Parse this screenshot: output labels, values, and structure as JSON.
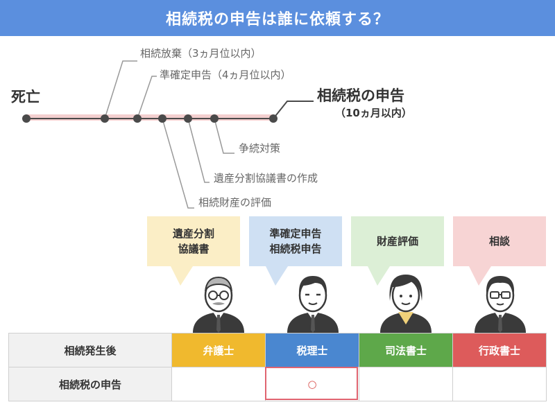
{
  "header": {
    "title": "相続税の申告は誰に依頼する？"
  },
  "timeline": {
    "start_label": "死亡",
    "final_title": "相続税の申告",
    "final_sub": "（10ヵ月以内）",
    "upper_labels": [
      "相続放棄（3ヵ月位以内）",
      "準確定申告（4ヵ月位以内）"
    ],
    "lower_labels": [
      "争続対策",
      "遺産分割協議書の作成",
      "相続財産の評価"
    ]
  },
  "bubbles": [
    {
      "lines": [
        "遺産分割",
        "協議書"
      ],
      "color": "#fbeec6"
    },
    {
      "lines": [
        "準確定申告",
        "相続税申告"
      ],
      "color": "#cfe0f3"
    },
    {
      "lines": [
        "財産評価"
      ],
      "color": "#dcefd6"
    },
    {
      "lines": [
        "相談"
      ],
      "color": "#f7d4d4"
    }
  ],
  "table": {
    "row1_header": "相続発生後",
    "row2_header": "相続税の申告",
    "professions": [
      {
        "name": "弁護士",
        "color": "#f0b92e"
      },
      {
        "name": "税理士",
        "color": "#4a87d0"
      },
      {
        "name": "司法書士",
        "color": "#5ea84a"
      },
      {
        "name": "行政書士",
        "color": "#dd5b5b"
      }
    ],
    "mark": "○"
  }
}
